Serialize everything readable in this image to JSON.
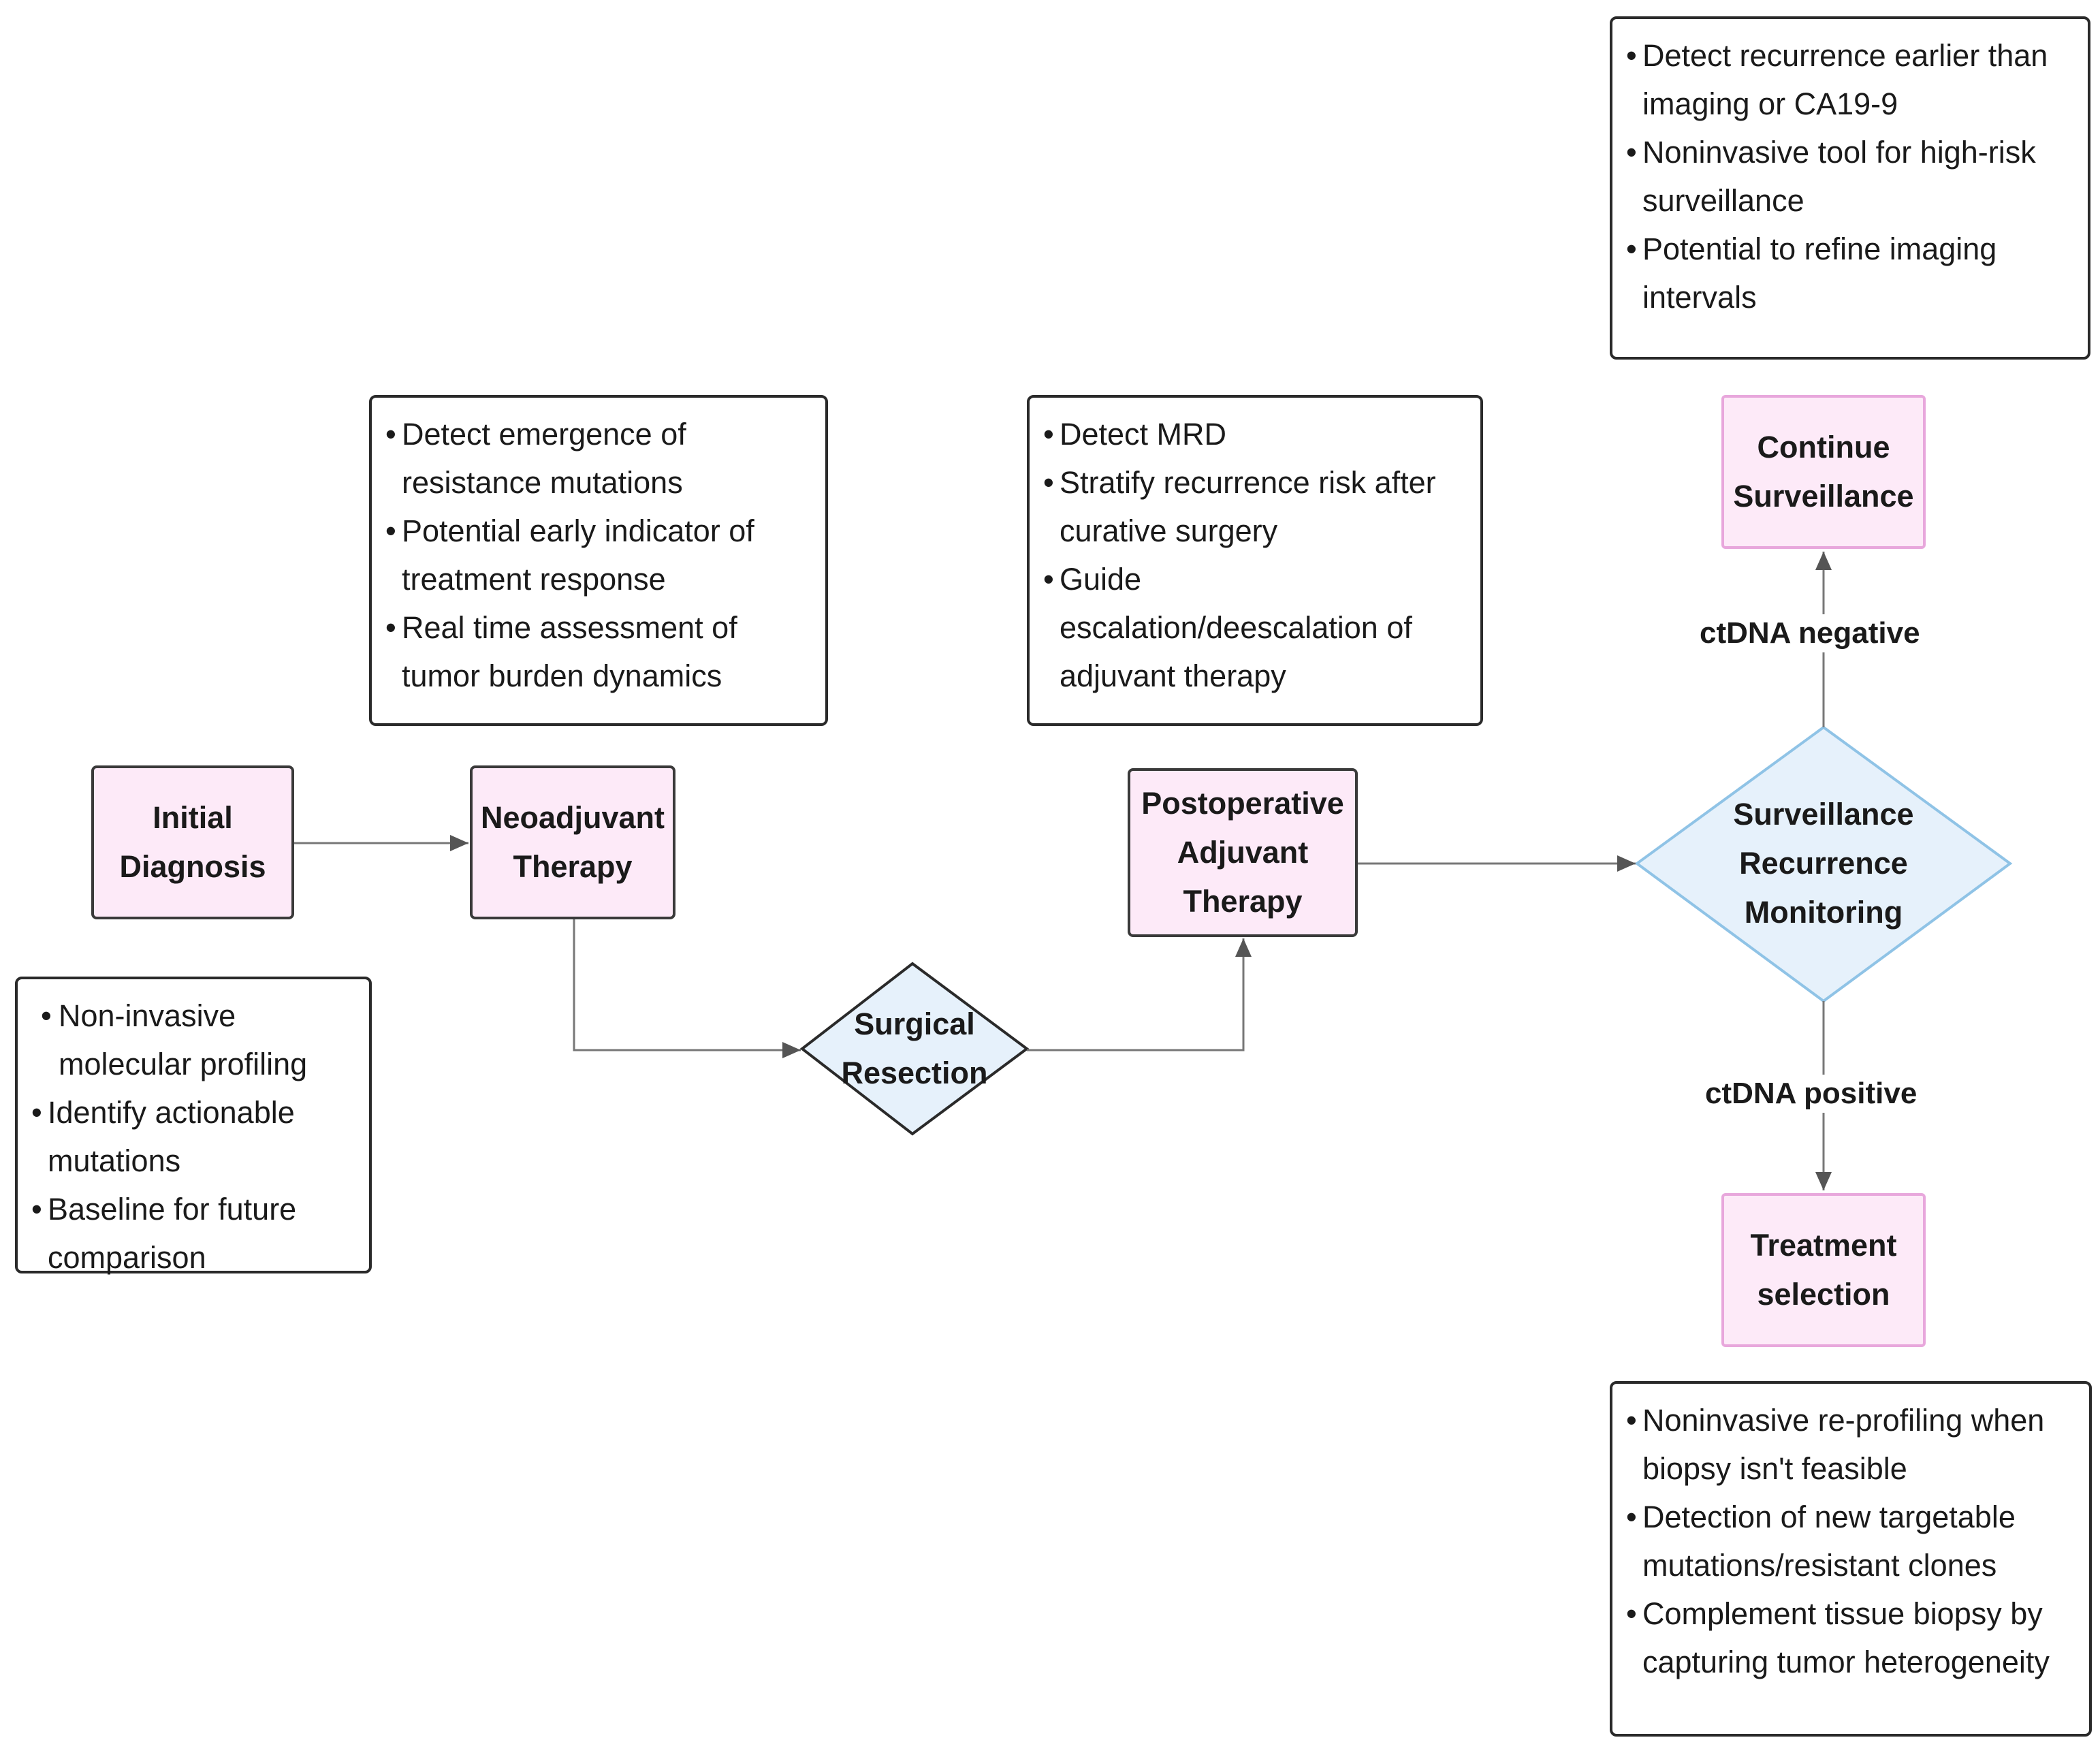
{
  "nodes": {
    "initial_diagnosis": [
      "Initial",
      "Diagnosis"
    ],
    "neoadjuvant": [
      "Neoadjuvant",
      "Therapy"
    ],
    "surgical_resection": [
      "Surgical",
      "Resection"
    ],
    "postoperative": [
      "Postoperative",
      "Adjuvant",
      "Therapy"
    ],
    "surveillance": [
      "Surveillance",
      "Recurrence",
      "Monitoring"
    ],
    "continue_surveillance": [
      "Continue",
      "Surveillance"
    ],
    "treatment_selection": [
      "Treatment",
      "selection"
    ]
  },
  "edge_labels": {
    "negative": "ctDNA negative",
    "positive": "ctDNA positive"
  },
  "notes": {
    "diagnosis": [
      [
        "Non-invasive",
        "molecular profiling"
      ],
      [
        "Identify actionable",
        "mutations"
      ],
      [
        "Baseline for future",
        "comparison"
      ]
    ],
    "neoadjuvant": [
      [
        "Detect emergence of",
        "resistance mutations"
      ],
      [
        "Potential early indicator of",
        "treatment response"
      ],
      [
        "Real time assessment of",
        "tumor burden dynamics"
      ]
    ],
    "postoperative": [
      [
        "Detect MRD"
      ],
      [
        "Stratify recurrence risk after",
        "curative surgery"
      ],
      [
        "Guide",
        "escalation/deescalation of",
        "adjuvant therapy"
      ]
    ],
    "surveillance": [
      [
        "Detect recurrence earlier than",
        "imaging or CA19-9"
      ],
      [
        "Noninvasive tool for high-risk",
        "surveillance"
      ],
      [
        "Potential to refine imaging",
        "intervals"
      ]
    ],
    "treatment": [
      [
        "Noninvasive re-profiling when",
        "biopsy isn't feasible"
      ],
      [
        "Detection of new targetable",
        "mutations/resistant clones"
      ],
      [
        "Complement tissue biopsy by",
        "capturing tumor heterogeneity"
      ]
    ]
  },
  "colors": {
    "process_fill": "#fdeaf8",
    "process_border": "#3a3a3a",
    "outcome_border": "#e8a7dc",
    "decision_fill": "#e6f1fb",
    "decision_border": "#8fc3e6",
    "surgery_border": "#2a2a2a",
    "connector": "#777777"
  }
}
